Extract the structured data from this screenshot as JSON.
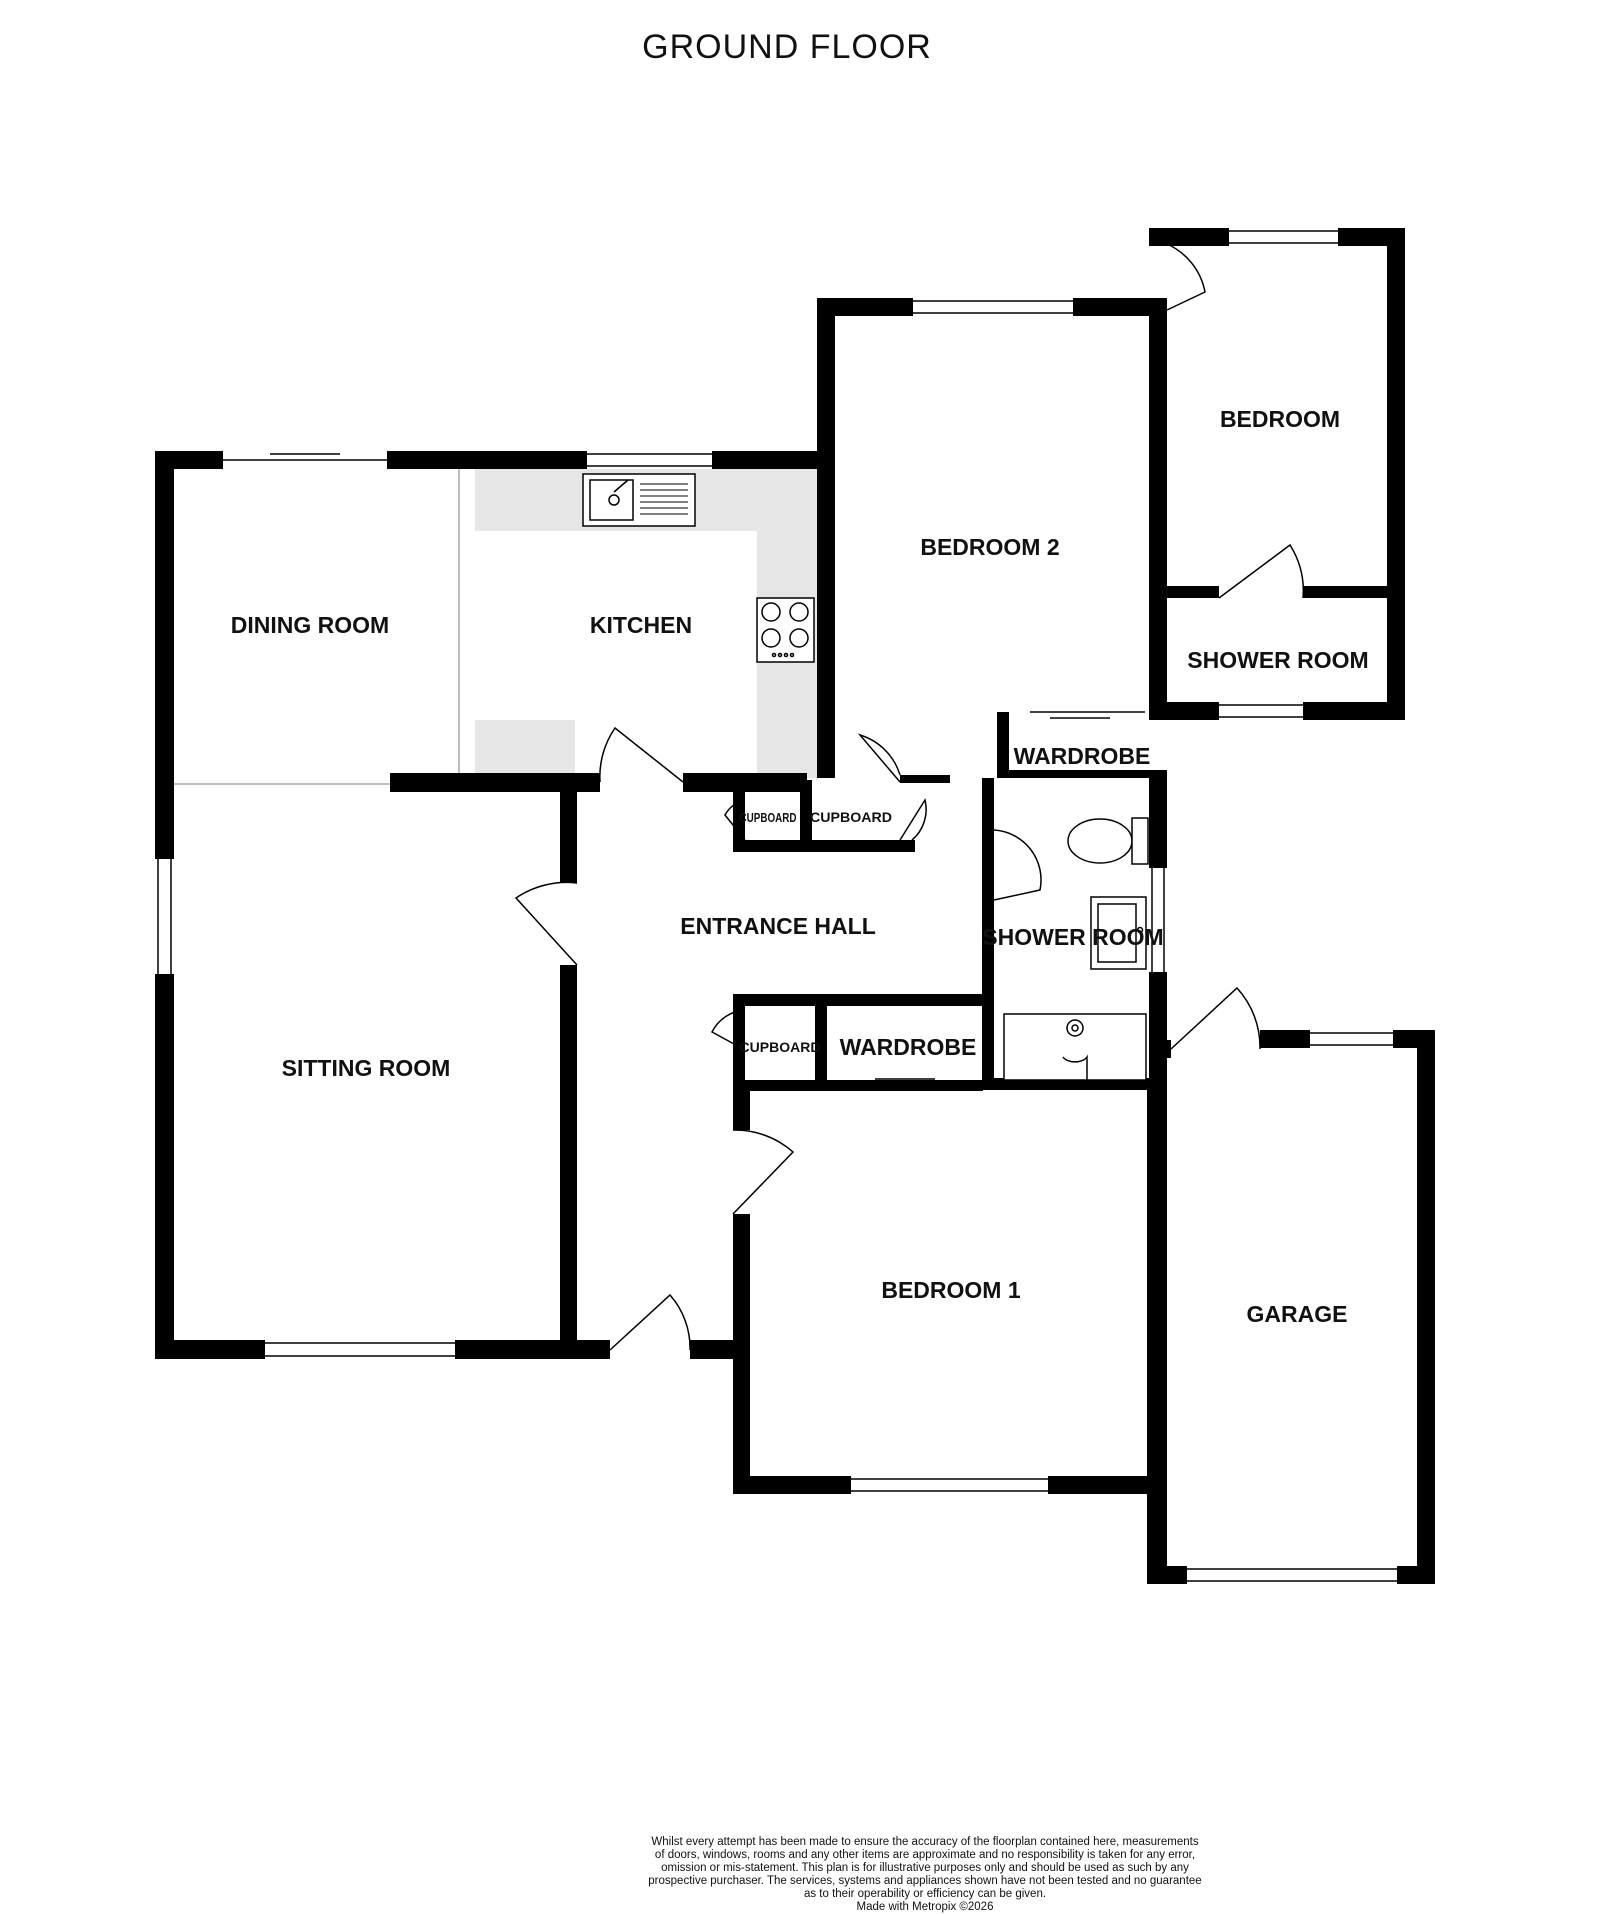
{
  "title": "GROUND FLOOR",
  "rooms": {
    "dining_room": "DINING ROOM",
    "kitchen": "KITCHEN",
    "bedroom_2": "BEDROOM 2",
    "bedroom": "BEDROOM",
    "shower_room_upper": "SHOWER ROOM",
    "wardrobe_upper": "WARDROBE",
    "cupboard_left": "CUPBOARD",
    "cupboard_right": "CUPBOARD",
    "entrance_hall": "ENTRANCE HALL",
    "shower_room_lower": "SHOWER ROOM",
    "cupboard_lower": "CUPBOARD",
    "wardrobe_lower": "WARDROBE",
    "sitting_room": "SITTING ROOM",
    "bedroom_1": "BEDROOM 1",
    "garage": "GARAGE"
  },
  "disclaimer": [
    "Whilst every attempt has been made to ensure the accuracy of the floorplan contained here, measurements",
    "of doors, windows, rooms and any other items are approximate and no responsibility is taken for any error,",
    "omission or mis-statement. This plan is for illustrative purposes only and should be used as such by any",
    "prospective purchaser. The services, systems and appliances shown have not been tested and no guarantee",
    "as to their operability or efficiency can be given.",
    "Made with Metropix ©2026"
  ],
  "colors": {
    "wall": "#000000",
    "counter": "#e6e6e6",
    "text": "#111111",
    "background": "#ffffff"
  }
}
